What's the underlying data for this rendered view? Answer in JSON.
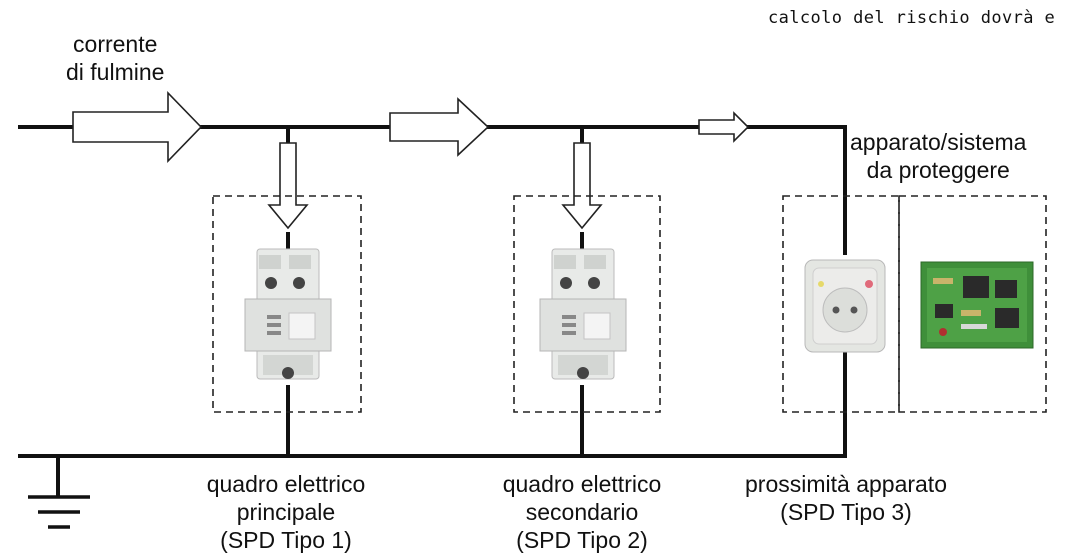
{
  "header_fragment": "calcolo del rischio dovrà e",
  "labels": {
    "lightning_current": [
      "corrente",
      "di fulmine"
    ],
    "device": [
      "apparato/sistema",
      "da proteggere"
    ],
    "main_panel": [
      "quadro elettrico",
      "principale",
      "(SPD Tipo 1)"
    ],
    "secondary_panel": [
      "quadro elettrico",
      "secondario",
      "(SPD Tipo 2)"
    ],
    "near_device": [
      "prossimità apparato",
      "(SPD Tipo 3)"
    ]
  },
  "icons": {
    "spd_type1": "din-rail-surge-protector-icon",
    "spd_type2": "din-rail-surge-protector-icon",
    "spd_type3": "socket-surge-protector-icon",
    "device": "circuit-board-icon",
    "ground": "ground-symbol-icon"
  },
  "colors": {
    "line": "#111111",
    "pcb_green": "#3f8f3a",
    "spd_body": "#e6e8e6"
  }
}
